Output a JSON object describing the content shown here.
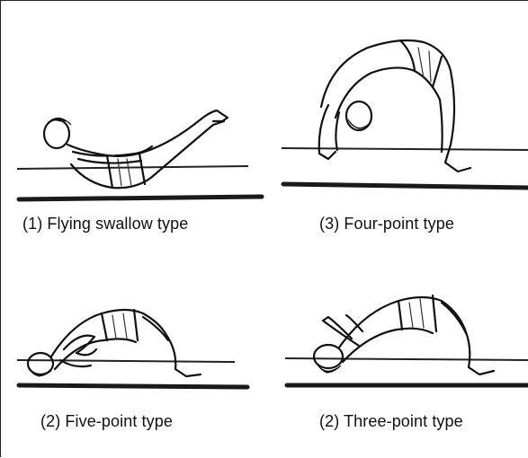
{
  "panels": [
    {
      "id": "flying-swallow",
      "caption": "(1) Flying swallow type"
    },
    {
      "id": "four-point",
      "caption": "(3) Four-point type"
    },
    {
      "id": "five-point",
      "caption": "(2) Five-point type"
    },
    {
      "id": "three-point",
      "caption": "(2) Three-point type"
    }
  ]
}
